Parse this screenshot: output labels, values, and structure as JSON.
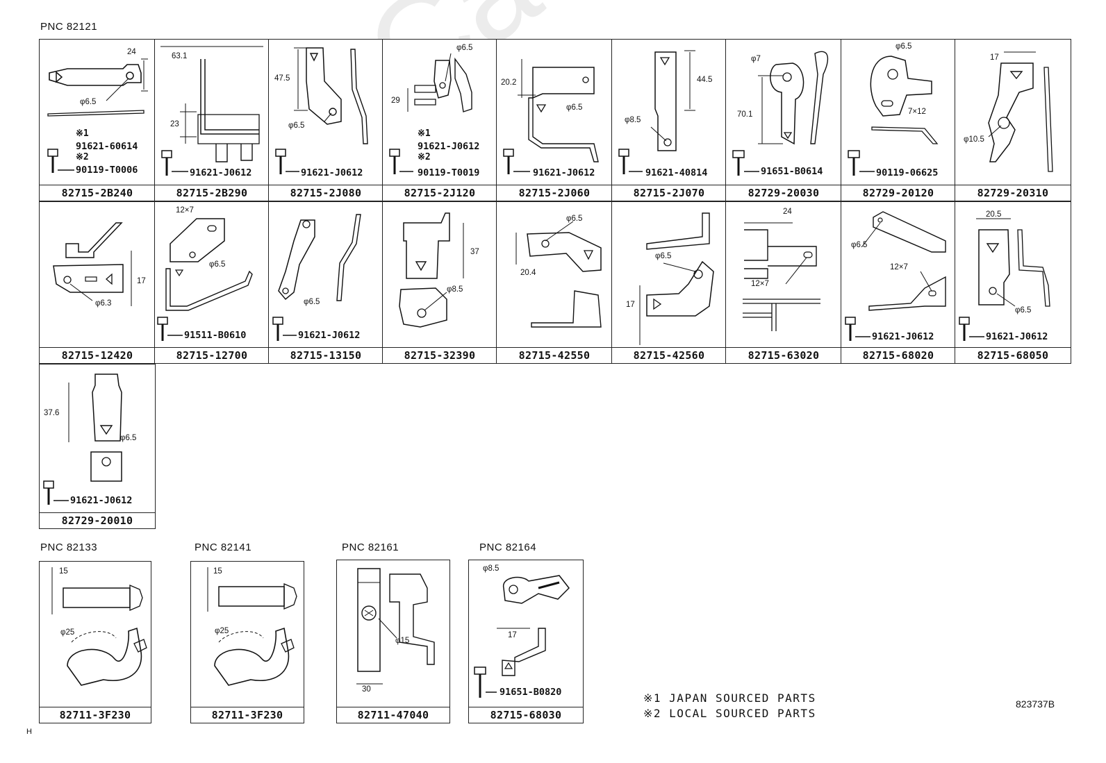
{
  "headings": {
    "pnc_82121": "PNC 82121",
    "pnc_82133": "PNC 82133",
    "pnc_82141": "PNC 82141",
    "pnc_82161": "PNC 82161",
    "pnc_82164": "PNC 82164"
  },
  "cells": {
    "c1": {
      "part": "82715-2B240",
      "dims": [
        "24",
        "φ6.5"
      ],
      "notes": [
        "※1",
        "91621-60614",
        "※2"
      ],
      "bolt": "90119-T0006"
    },
    "c2": {
      "part": "82715-2B290",
      "dims": [
        "63.1",
        "23"
      ],
      "bolt": "91621-J0612"
    },
    "c3": {
      "part": "82715-2J080",
      "dims": [
        "47.5",
        "φ6.5"
      ],
      "bolt": "91621-J0612"
    },
    "c4": {
      "part": "82715-2J120",
      "dims": [
        "φ6.5",
        "29"
      ],
      "notes": [
        "※1",
        "91621-J0612",
        "※2"
      ],
      "bolt": "90119-T0019"
    },
    "c5": {
      "part": "82715-2J060",
      "dims": [
        "20.2",
        "φ6.5"
      ],
      "bolt": "91621-J0612"
    },
    "c6": {
      "part": "82715-2J070",
      "dims": [
        "44.5",
        "φ8.5"
      ],
      "bolt": "91621-40814"
    },
    "c7": {
      "part": "82729-20030",
      "dims": [
        "φ7",
        "70.1"
      ],
      "bolt": "91651-B0614"
    },
    "c8": {
      "part": "82729-20120",
      "dims": [
        "φ6.5",
        "7×12"
      ],
      "bolt": "90119-06625"
    },
    "c9": {
      "part": "82729-20310",
      "dims": [
        "17",
        "φ10.5"
      ]
    },
    "c10": {
      "part": "82715-12420",
      "dims": [
        "17",
        "φ6.3"
      ]
    },
    "c11": {
      "part": "82715-12700",
      "dims": [
        "12×7",
        "φ6.5"
      ],
      "bolt": "91511-B0610"
    },
    "c12": {
      "part": "82715-13150",
      "dims": [
        "φ6.5"
      ],
      "bolt": "91621-J0612"
    },
    "c13": {
      "part": "82715-32390",
      "dims": [
        "37",
        "φ8.5"
      ]
    },
    "c14": {
      "part": "82715-42550",
      "dims": [
        "φ6.5",
        "20.4"
      ]
    },
    "c15": {
      "part": "82715-42560",
      "dims": [
        "φ6.5",
        "17"
      ]
    },
    "c16": {
      "part": "82715-63020",
      "dims": [
        "24",
        "12×7"
      ]
    },
    "c17": {
      "part": "82715-68020",
      "dims": [
        "φ6.5",
        "12×7"
      ],
      "bolt": "91621-J0612"
    },
    "c18": {
      "part": "82715-68050",
      "dims": [
        "20.5",
        "φ6.5"
      ],
      "bolt": "91621-J0612"
    },
    "c19": {
      "part": "82729-20010",
      "dims": [
        "37.6",
        "φ6.5"
      ],
      "bolt": "91621-J0612"
    },
    "c20": {
      "part": "82711-3F230",
      "dims": [
        "15",
        "φ25"
      ]
    },
    "c21": {
      "part": "82711-3F230",
      "dims": [
        "15",
        "φ25"
      ]
    },
    "c22": {
      "part": "82711-47040",
      "dims": [
        "φ15",
        "30"
      ]
    },
    "c23": {
      "part": "82715-68030",
      "dims": [
        "φ8.5",
        "17"
      ],
      "bolt": "91651-B0820"
    }
  },
  "legend": {
    "line1": "※1 JAPAN SOURCED PARTS",
    "line2": "※2 LOCAL SOURCED PARTS"
  },
  "drawing_code": "823737B",
  "corner_mark": "H",
  "watermark": "ToyotaCatalog"
}
